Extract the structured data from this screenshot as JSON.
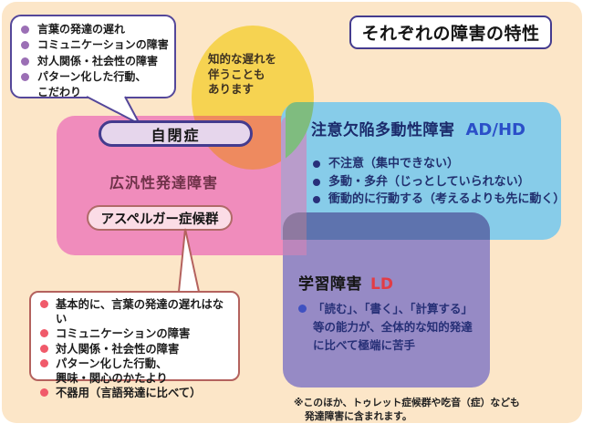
{
  "title": "それぞれの障害の特性",
  "intellectual_note": {
    "lines": [
      "知的な遅れを",
      "伴うことも",
      "あります"
    ]
  },
  "autism": {
    "label": "自閉症"
  },
  "pdd": {
    "label": "広汎性発達障害"
  },
  "asperger": {
    "label": "アスペルガー症候群"
  },
  "autism_traits": {
    "lines": [
      {
        "t": "言葉の発達の遅れ"
      },
      {
        "t": "コミュニケーションの障害"
      },
      {
        "t": "対人関係・社会性の障害"
      },
      {
        "t": "パターン化した行動、"
      },
      {
        "t": "こだわり",
        "c": true
      }
    ]
  },
  "asperger_traits": {
    "lines": [
      {
        "t": "基本的に、言葉の発達の遅れはない"
      },
      {
        "t": "コミュニケーションの障害"
      },
      {
        "t": "対人関係・社会性の障害"
      },
      {
        "t": "パターン化した行動、"
      },
      {
        "t": "興味・関心のかたより",
        "c": true
      },
      {
        "t": "不器用（言語発達に比べて）"
      }
    ]
  },
  "adhd": {
    "title": "注意欠陥多動性障害",
    "abbr": "AD/HD",
    "lines": [
      {
        "t": "不注意（集中できない）"
      },
      {
        "t": "多動・多弁（じっとしていられない）"
      },
      {
        "t": "衝動的に行動する（考えるよりも先に動く）"
      }
    ]
  },
  "ld": {
    "title": "学習障害",
    "abbr": "LD",
    "lines": [
      {
        "t": "「読む」、「書く」、「計算する」"
      },
      {
        "t": "等の能力が、全体的な知的発達",
        "c": true
      },
      {
        "t": "に比べて極端に苦手",
        "c": true
      }
    ]
  },
  "footnote": {
    "lines": [
      "※このほか、トゥレット症候群や吃音（症）なども",
      "発達障害に含まれます。"
    ]
  },
  "colors": {
    "background_cream": "#FCE6C8",
    "yellow_circle": "#F6D351",
    "pink_region": "#F08CBC",
    "orange_overlap": "#EE8A5F",
    "blue_region": "#87CCE9",
    "green_overlap": "#7FBC7F",
    "mauve_overlap": "#B99CCB",
    "purple_region": "#968AC5",
    "purple_blue_overlap": "#5E73AE",
    "threeway_overlap": "#8E79A0",
    "purple_pink_overlap": "#BC86BC",
    "adhd_title_navy": "#1B2A6B",
    "adhd_abbr_blue": "#2B4FC8",
    "ld_abbr_red": "#E23C45",
    "pdd_label_maroon": "#6E3148",
    "bubble_border_purple": "#54479A",
    "bubble_border_rose": "#B4625E",
    "bullet_purple": "#9B6FB5",
    "bullet_red": "#F05A6A",
    "bullet_navy": "#28307A",
    "bullet_blue": "#3F51C1"
  }
}
